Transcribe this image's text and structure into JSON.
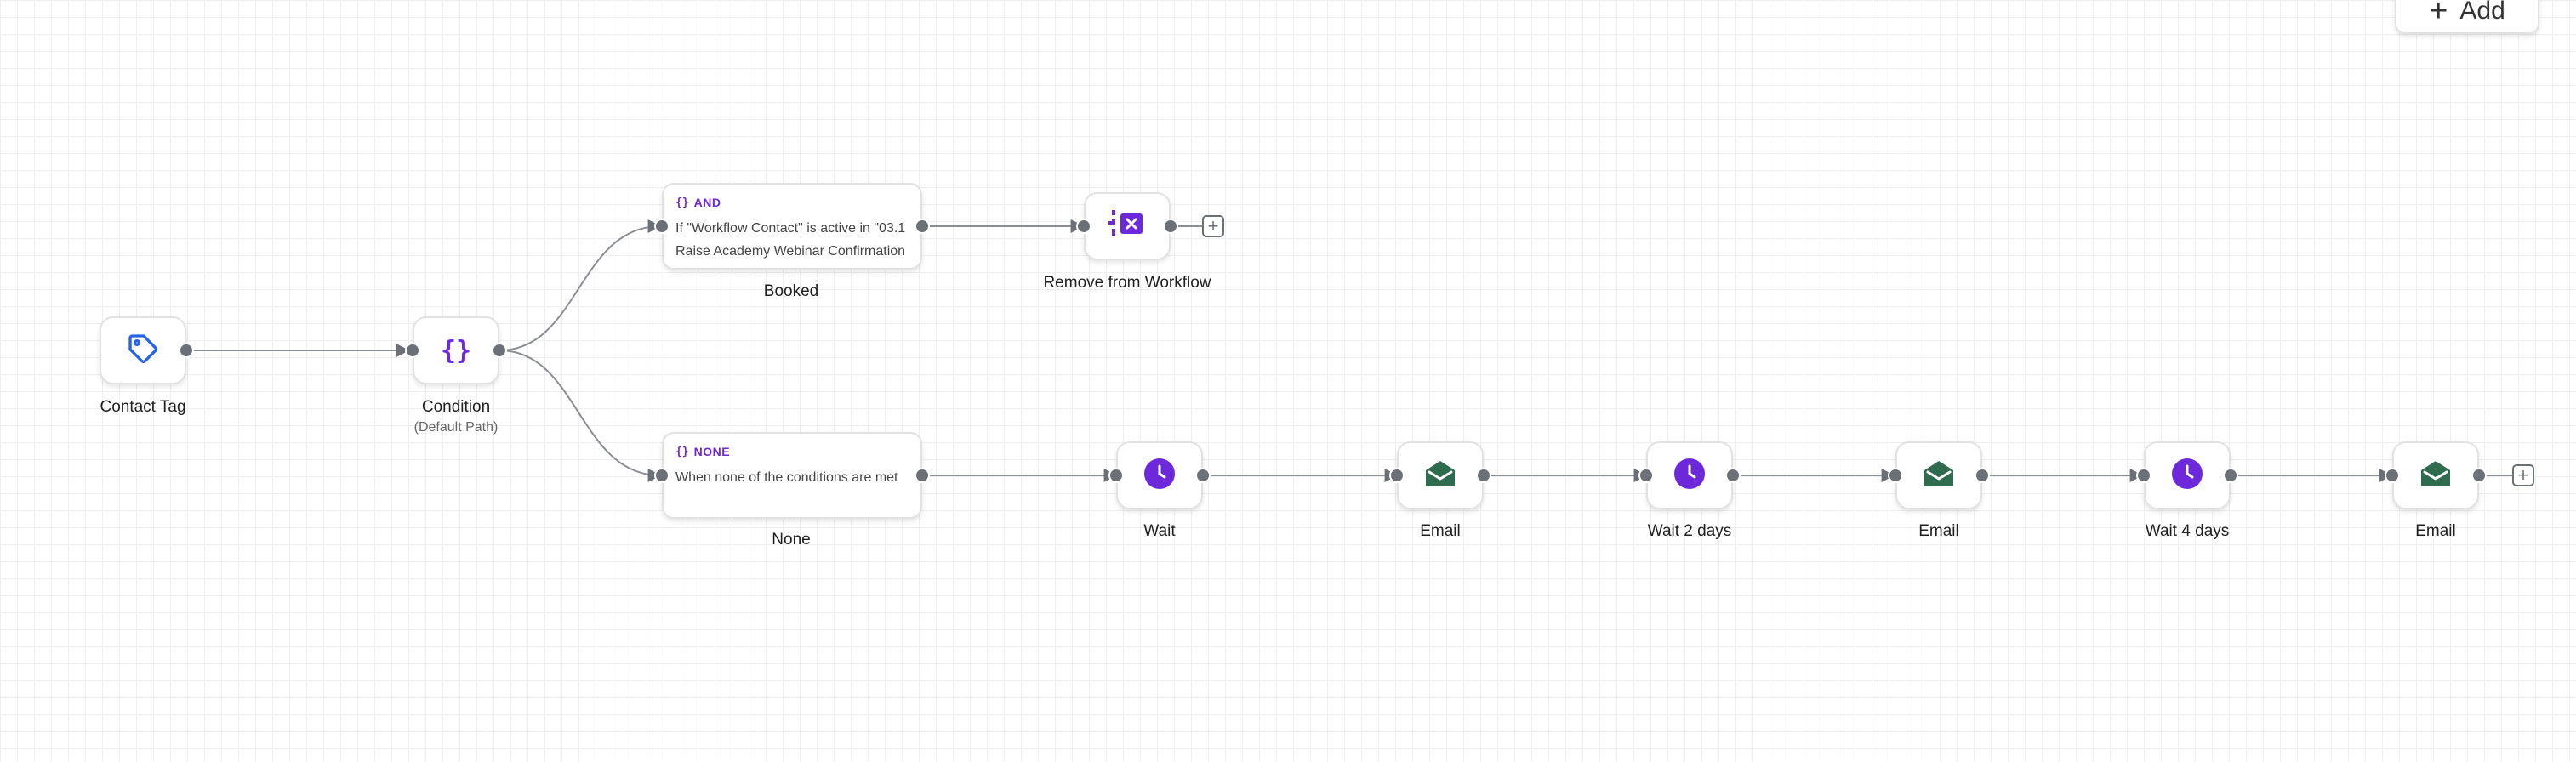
{
  "toolbar": {
    "add_label": "Add",
    "add_icon": "plus-icon"
  },
  "trigger": {
    "label": "Contact Tag",
    "icon": "tag-icon",
    "color": "#2563eb"
  },
  "condition": {
    "label": "Condition",
    "sublabel": "(Default Path)",
    "icon": "braces-icon",
    "color": "#6d28d9"
  },
  "branches": {
    "booked": {
      "operator": "AND",
      "text": "If \"Workflow Contact\" is active in \"03.1 Raise Academy Webinar Confirmation + Reminders\"",
      "label": "Booked"
    },
    "none": {
      "operator": "NONE",
      "text": "When none of the conditions are met",
      "label": "None"
    }
  },
  "booked_actions": [
    {
      "label": "Remove from Workflow",
      "icon": "remove-from-workflow-icon"
    }
  ],
  "none_actions": [
    {
      "label": "Wait",
      "icon": "clock-icon"
    },
    {
      "label": "Email",
      "icon": "envelope-open-icon"
    },
    {
      "label": "Wait 2 days",
      "icon": "clock-icon"
    },
    {
      "label": "Email",
      "icon": "envelope-open-icon"
    },
    {
      "label": "Wait 4 days",
      "icon": "clock-icon"
    },
    {
      "label": "Email",
      "icon": "envelope-open-icon"
    }
  ],
  "colors": {
    "wait": "#6d28d9",
    "email": "#2f6b4f",
    "remove": "#6d28d9",
    "connector": "#8a8d93",
    "port": "#6b6f76"
  }
}
